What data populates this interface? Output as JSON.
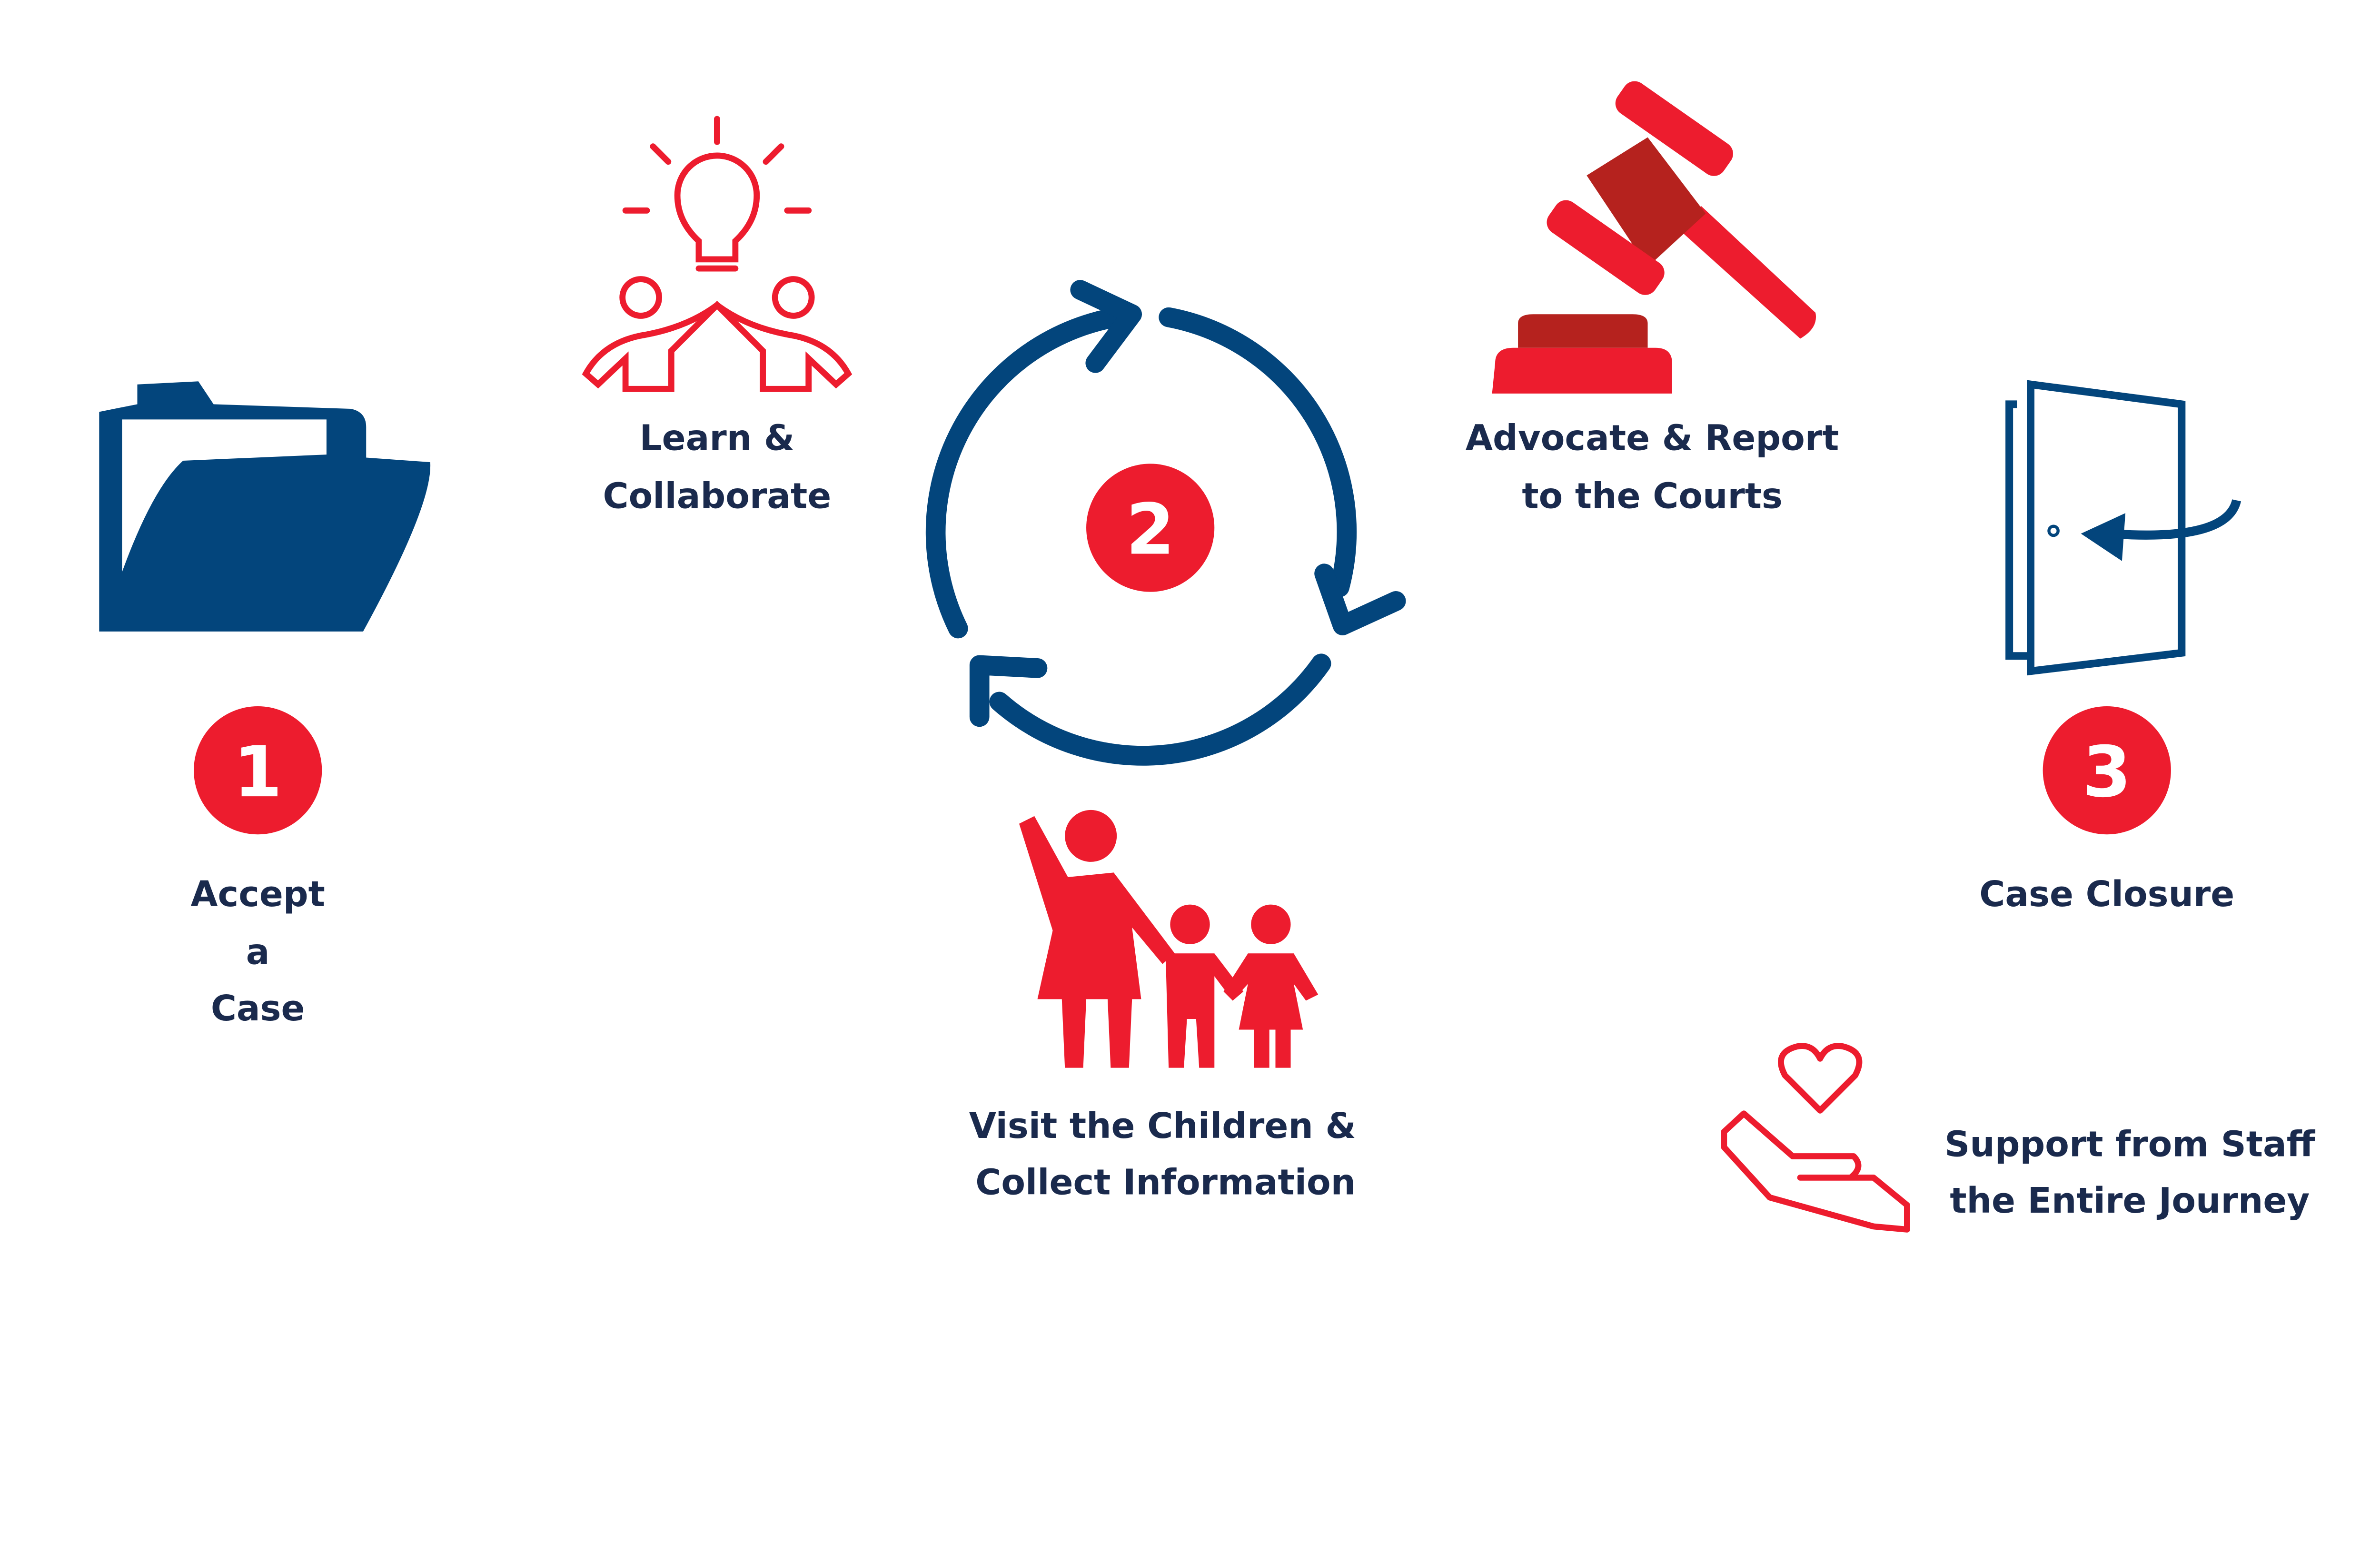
{
  "colors": {
    "red": "#ED1C2E",
    "navy": "#03457C",
    "text": "#1A2A4D",
    "dark_red": "#B5221E"
  },
  "steps": [
    {
      "number": "1",
      "lines": [
        "Accept",
        "a",
        "Case"
      ],
      "icon": "folder-icon"
    },
    {
      "number": "2",
      "icon": "cycle-arrows-icon"
    },
    {
      "number": "3",
      "lines": [
        "Case Closure"
      ],
      "icon": "door-icon"
    }
  ],
  "activities": {
    "learn": {
      "lines": [
        "Learn &",
        "Collaborate"
      ],
      "icon": "lightbulb-people-icon"
    },
    "advocate": {
      "lines": [
        "Advocate & Report",
        "to the Courts"
      ],
      "icon": "gavel-icon"
    },
    "visit": {
      "lines": [
        "Visit the Children &",
        "Collect Information"
      ],
      "icon": "family-icon"
    },
    "support": {
      "lines": [
        "Support from Staff",
        "the Entire Journey"
      ],
      "icon": "hand-heart-icon"
    }
  }
}
